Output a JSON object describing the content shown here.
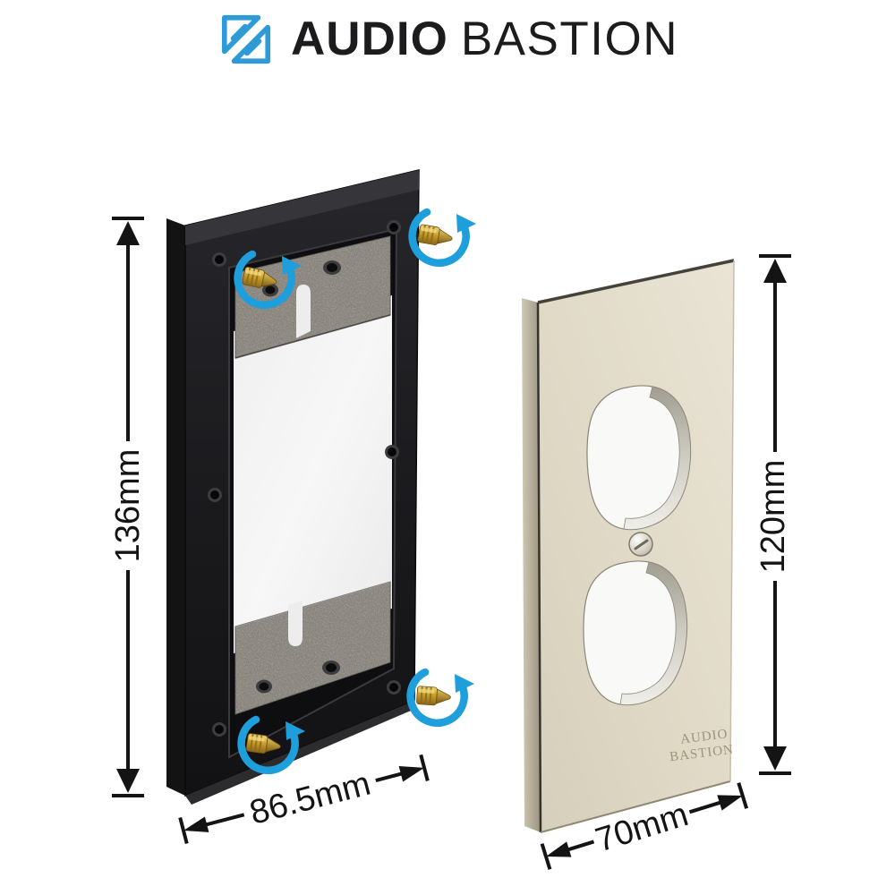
{
  "brand": {
    "word1": "AUDIO",
    "word2": "BASTION",
    "icon_color": "#2E9BD6",
    "text_color": "#1C1C1E"
  },
  "annotations": {
    "frame_height": "136mm",
    "frame_width": "86.5mm",
    "plate_height": "120mm",
    "plate_width": "70mm"
  },
  "left_product": {
    "screw_count": 4,
    "body_color": "#1E1E21",
    "foam_color": "#7D786E",
    "screw_color": "#C9A232",
    "rotation_arrow_color": "#1E9EDB"
  },
  "right_product": {
    "body_color": "#E2DCCA",
    "engraving_line1": "AUDIO",
    "engraving_line2": "BASTION"
  }
}
